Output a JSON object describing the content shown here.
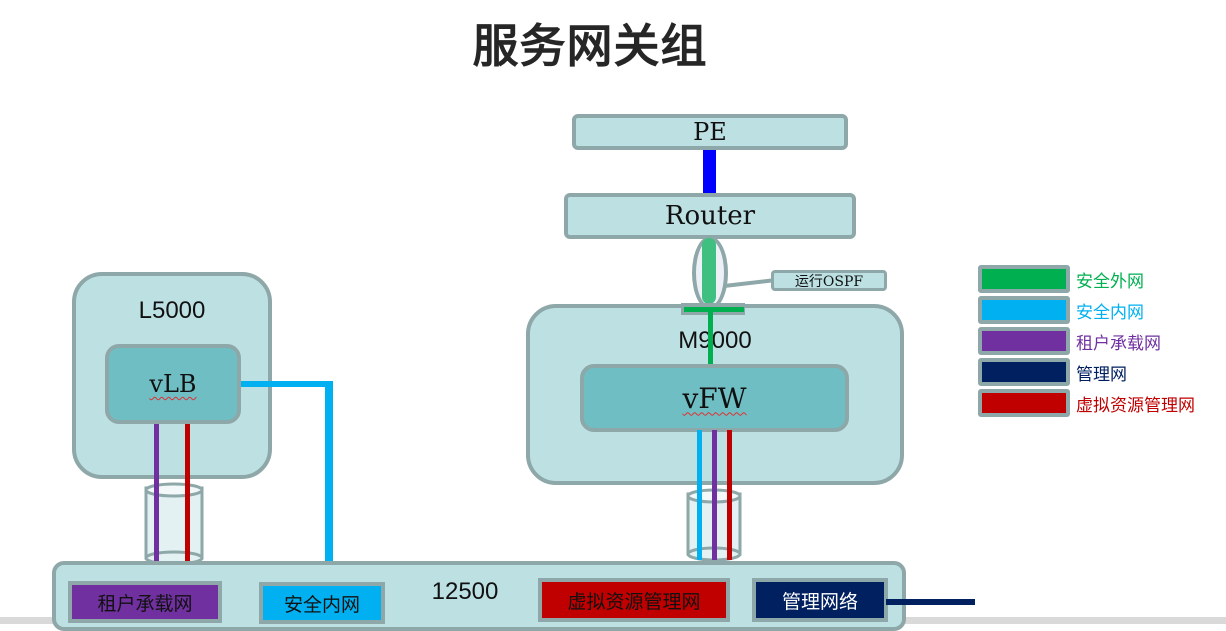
{
  "title": "服务网关组",
  "nodes": {
    "pe": "PE",
    "router": "Router",
    "ospf_callout": "运行OSPF",
    "l5000": "L5000",
    "vlb": "vLB",
    "m9000": "M9000",
    "vfw": "vFW",
    "switch": "12500"
  },
  "ports": [
    {
      "label": "租户承载网",
      "color": "#7030a0",
      "text_color": "#111111"
    },
    {
      "label": "安全内网",
      "color": "#00b0f0",
      "text_color": "#111111"
    },
    {
      "label": "虚拟资源管理网",
      "color": "#c00000",
      "text_color": "#111111"
    },
    {
      "label": "管理网络",
      "color": "#002060",
      "text_color": "#ffffff"
    }
  ],
  "legend": [
    {
      "label": "安全外网",
      "color": "#00b050"
    },
    {
      "label": "安全内网",
      "color": "#00b0f0"
    },
    {
      "label": "租户承载网",
      "color": "#7030a0"
    },
    {
      "label": "管理网",
      "color": "#002060"
    },
    {
      "label": "虚拟资源管理网",
      "color": "#c00000"
    }
  ],
  "link_colors": {
    "pe_router": "#0000ff",
    "outside": "#00b050",
    "inside": "#00b0f0",
    "tenant": "#7030a0",
    "mgmt": "#002060",
    "vres": "#c00000"
  }
}
